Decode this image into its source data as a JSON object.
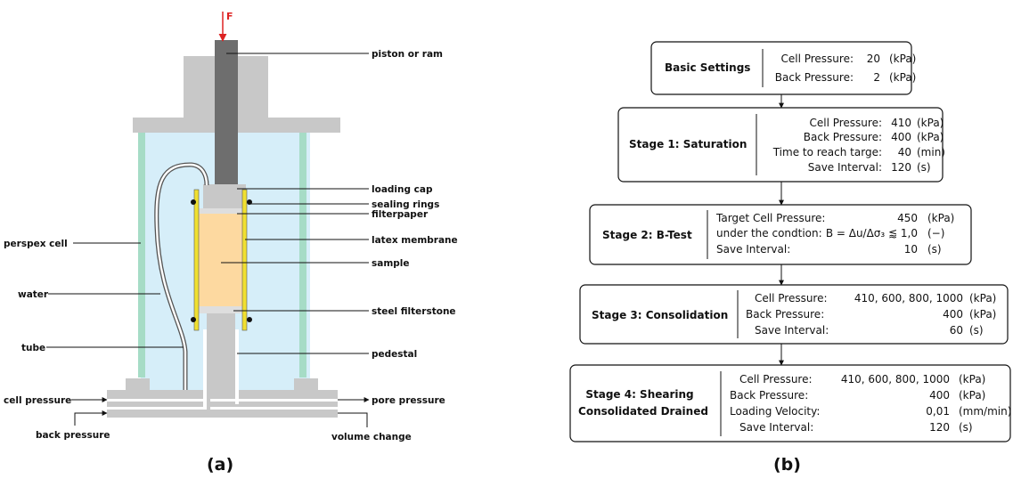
{
  "panel_a": {
    "force_label": "F",
    "labels": {
      "piston": "piston or ram",
      "loading_cap": "loading cap",
      "sealing_rings": "sealing rings",
      "filterpaper": "filterpaper",
      "perspex_cell": "perspex cell",
      "latex_membrane": "latex membrane",
      "sample": "sample",
      "water": "water",
      "steel_filterstone": "steel filterstone",
      "tube": "tube",
      "pedestal": "pedestal",
      "cell_pressure": "cell pressure",
      "pore_pressure": "pore pressure",
      "back_pressure": "back pressure",
      "volume_change": "volume change"
    },
    "caption": "(a)",
    "colors": {
      "water": "#d6eef9",
      "apparatus": "#c8c8c8",
      "piston": "#6e6e6e",
      "perspex_wall": "#a6dcc6",
      "sample": "#fdd9a0",
      "membrane": "#f0e030",
      "force_arrow": "#dd2222"
    }
  },
  "panel_b": {
    "caption": "(b)",
    "boxes": [
      {
        "title": "Basic Settings",
        "rows": [
          {
            "label": "Cell Pressure:",
            "value": "20",
            "unit": "(kPa)"
          },
          {
            "label": "Back Pressure:",
            "value": "2",
            "unit": "(kPa)"
          }
        ]
      },
      {
        "title": "Stage 1: Saturation",
        "rows": [
          {
            "label": "Cell Pressure:",
            "value": "410",
            "unit": "(kPa)"
          },
          {
            "label": "Back Pressure:",
            "value": "400",
            "unit": "(kPa)"
          },
          {
            "label": "Time to reach targe:",
            "value": "40",
            "unit": "(min)"
          },
          {
            "label": "Save Interval:",
            "value": "120",
            "unit": "(s)"
          }
        ]
      },
      {
        "title": "Stage 2: B-Test",
        "rows": [
          {
            "label": "Target Cell Pressure:",
            "value": "450",
            "unit": "(kPa)"
          },
          {
            "label": "under the condtion:",
            "value": "B = Δu/Δσ₃ ⪅ 1,0",
            "unit": "(−)"
          },
          {
            "label": "Save Interval:",
            "value": "10",
            "unit": "(s)"
          }
        ]
      },
      {
        "title": "Stage 3: Consolidation",
        "rows": [
          {
            "label": "Cell Pressure:",
            "value": "410, 600, 800, 1000",
            "unit": "(kPa)"
          },
          {
            "label": "Back Pressure:",
            "value": "400",
            "unit": "(kPa)"
          },
          {
            "label": "Save Interval:",
            "value": "60",
            "unit": "(s)"
          }
        ]
      },
      {
        "title": "Stage 4: Shearing",
        "title2": "Consolidated Drained",
        "rows": [
          {
            "label": "Cell Pressure:",
            "value": "410, 600, 800, 1000",
            "unit": "(kPa)"
          },
          {
            "label": "Back Pressure:",
            "value": "400",
            "unit": "(kPa)"
          },
          {
            "label": "Loading Velocity:",
            "value": "0,01",
            "unit": "(mm/min)"
          },
          {
            "label": "Save Interval:",
            "value": "120",
            "unit": "(s)"
          }
        ]
      }
    ]
  }
}
